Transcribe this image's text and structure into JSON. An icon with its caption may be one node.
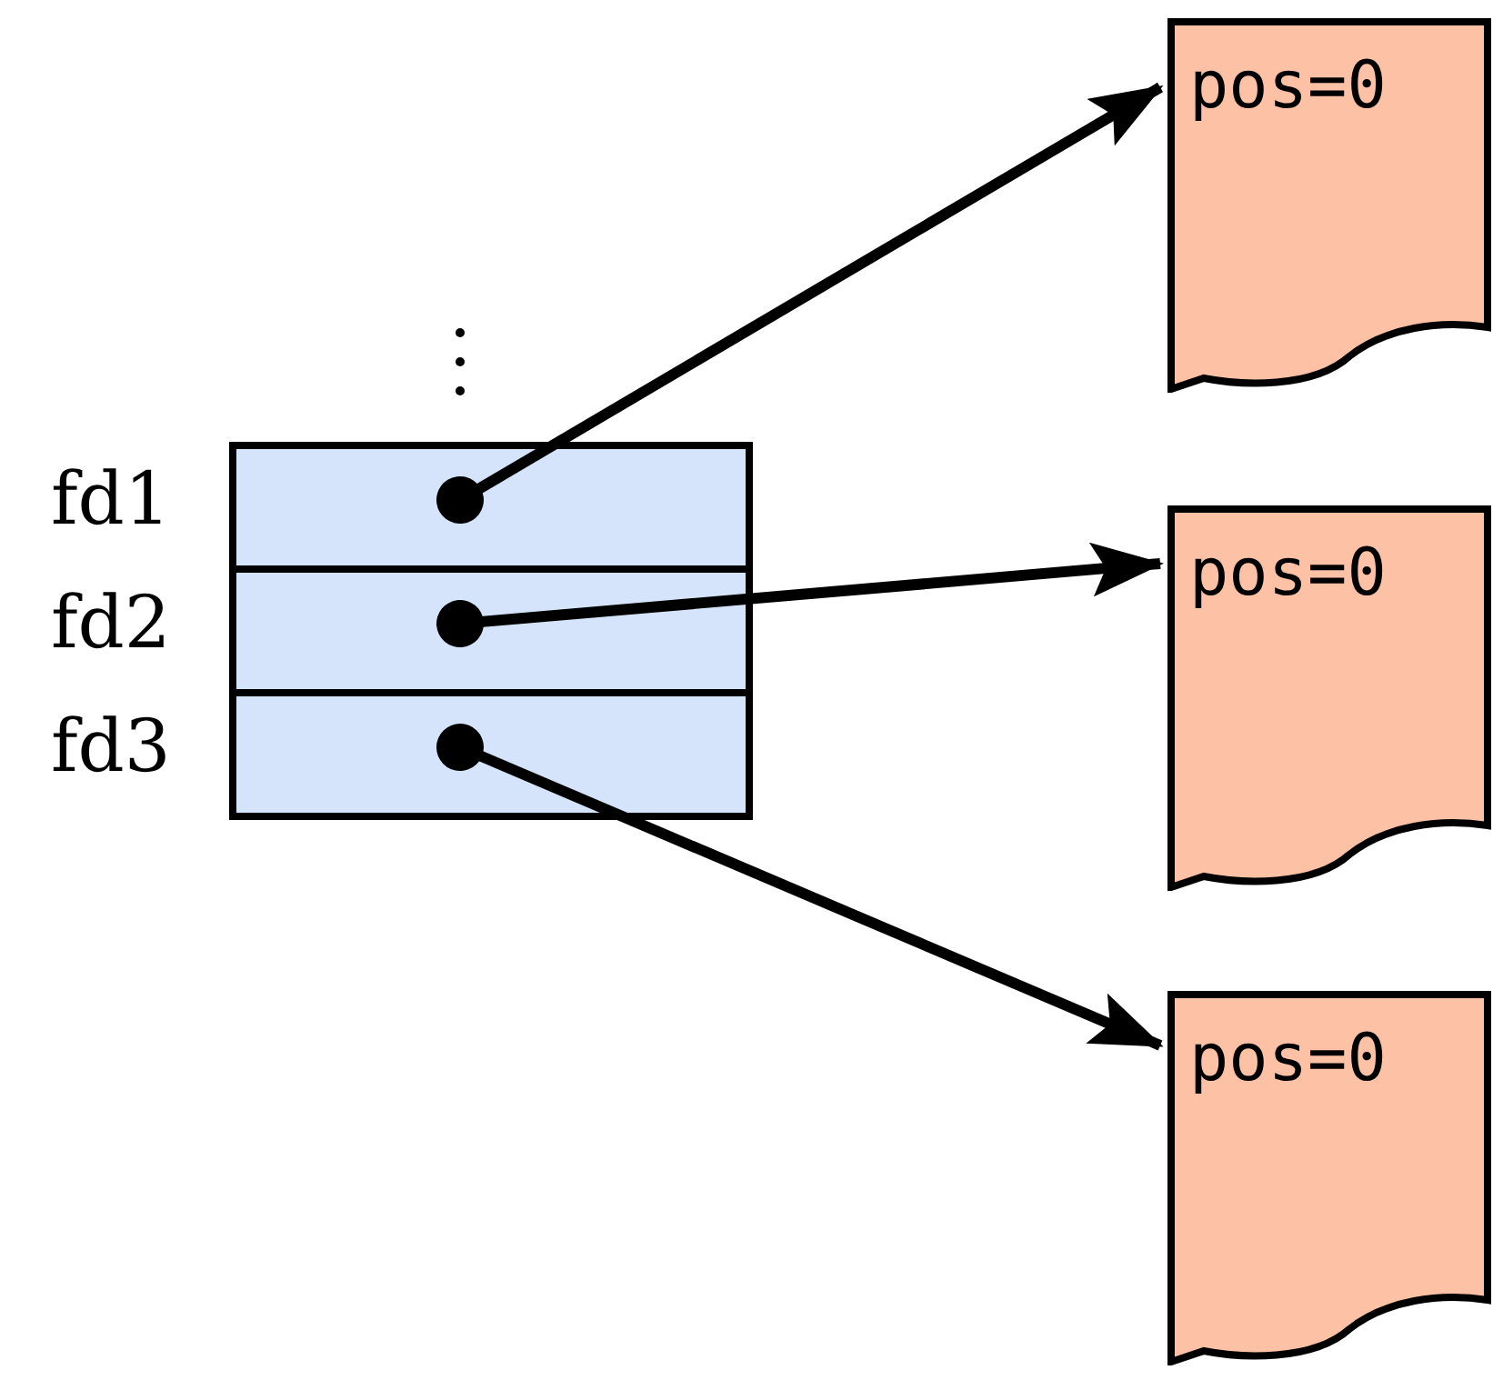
{
  "diagram": {
    "nodes": [
      {
        "text": [],
        "shape": "box"
      },
      {
        "text": [],
        "shape": "box",
        "in": 0,
        "beside": [
          "fd1"
        ]
      },
      {
        "text": [],
        "shape": "box",
        "in": 0,
        "beside": [
          "fd2"
        ]
      },
      {
        "text": [],
        "shape": "box",
        "in": 0,
        "beside": [
          "fd3"
        ]
      },
      {
        "text": [
          "pos=0"
        ]
      },
      {
        "text": [
          "pos=0"
        ]
      },
      {
        "text": [
          "pos=0"
        ]
      }
    ],
    "edges": [
      {
        "from": 1,
        "to": 4,
        "arrow": "to"
      },
      {
        "from": 2,
        "to": 5,
        "arrow": "to"
      },
      {
        "from": 3,
        "to": 6,
        "arrow": "to"
      }
    ]
  }
}
